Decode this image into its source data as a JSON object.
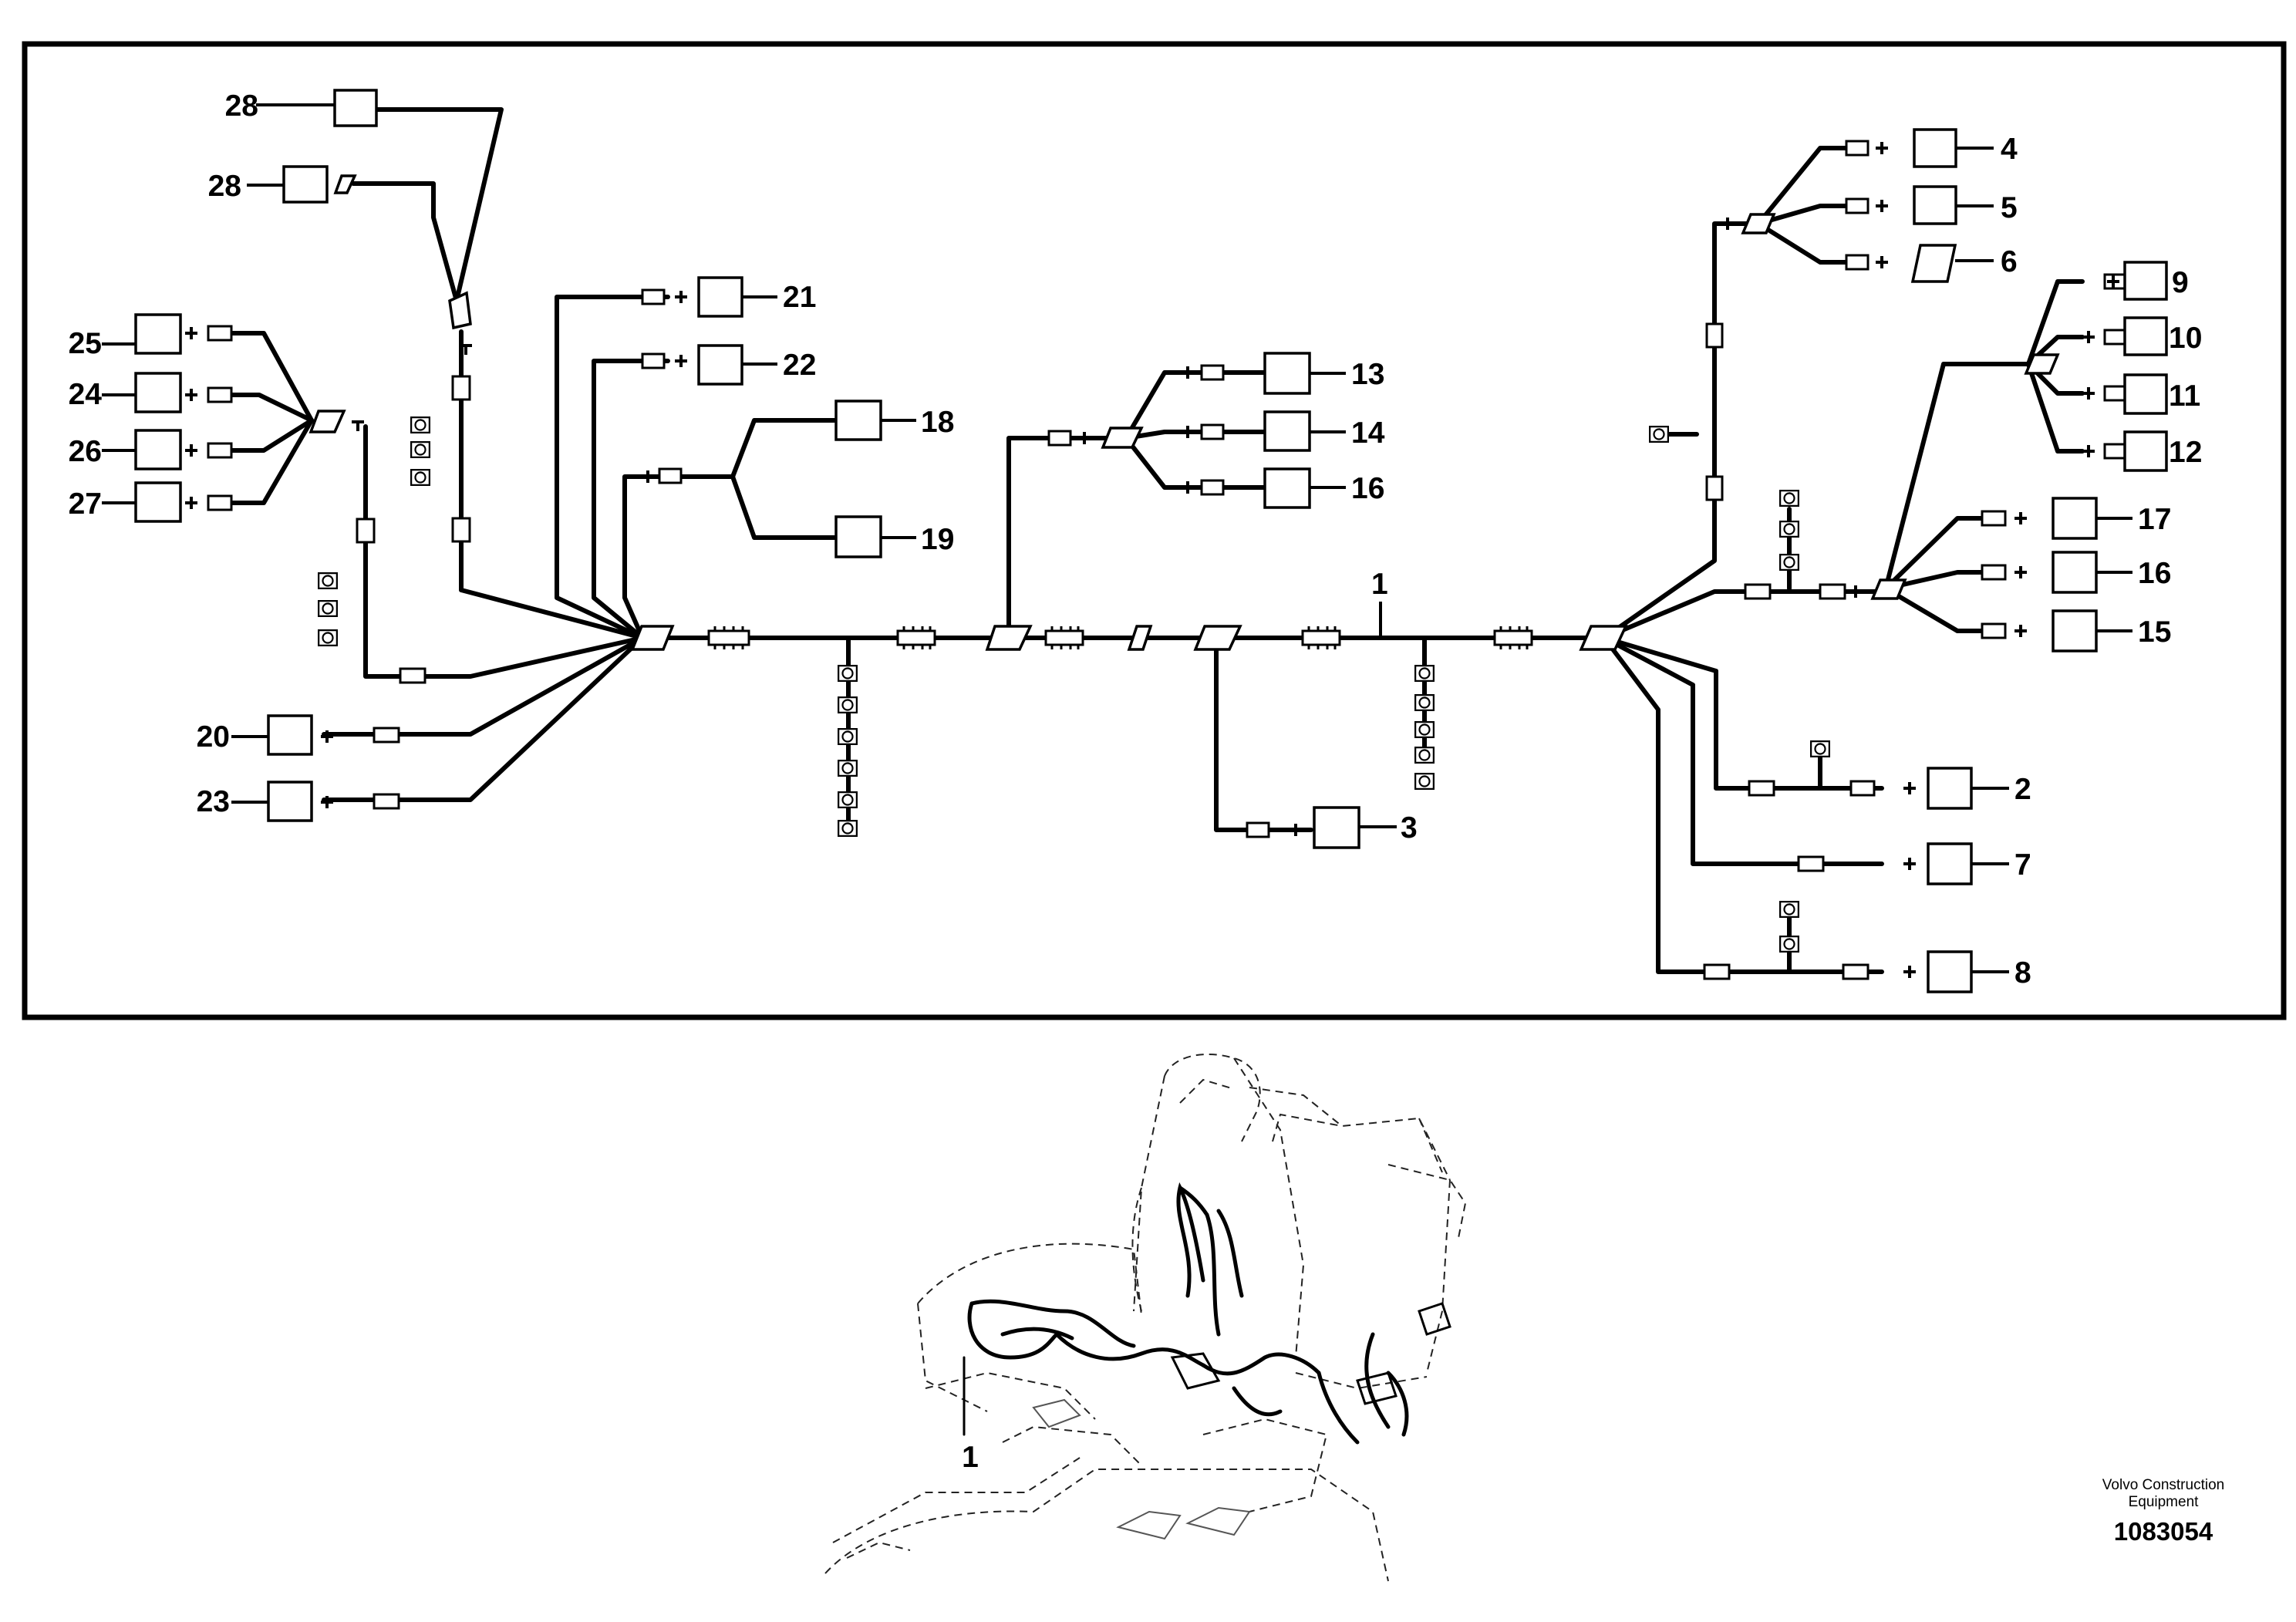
{
  "callouts": {
    "c1": "1",
    "c2": "2",
    "c3": "3",
    "c4": "4",
    "c5": "5",
    "c6": "6",
    "c7": "7",
    "c8": "8",
    "c9": "9",
    "c10": "10",
    "c11": "11",
    "c12": "12",
    "c13": "13",
    "c14": "14",
    "c15": "15",
    "c16a": "16",
    "c16b": "16",
    "c17": "17",
    "c18": "18",
    "c19": "19",
    "c20": "20",
    "c21": "21",
    "c22": "22",
    "c23": "23",
    "c24": "24",
    "c25": "25",
    "c26": "26",
    "c27": "27",
    "c28a": "28",
    "c28b": "28",
    "overview": "1"
  },
  "footer": {
    "brand_line1": "Volvo Construction",
    "brand_line2": "Equipment",
    "part_id": "1083054"
  }
}
